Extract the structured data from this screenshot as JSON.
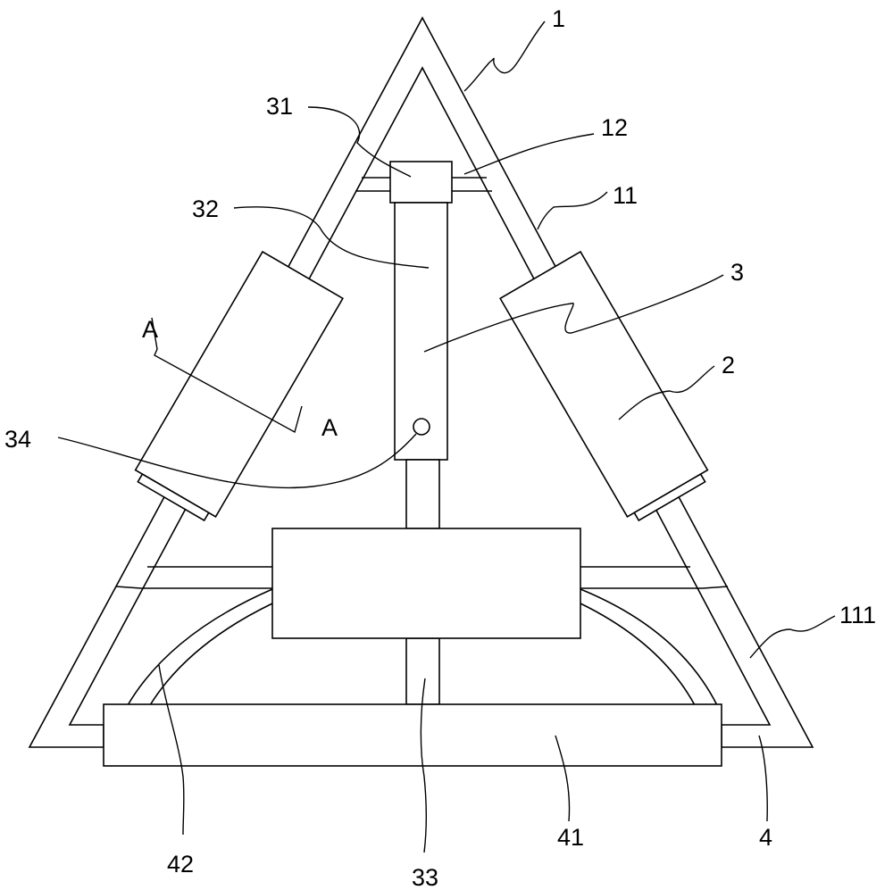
{
  "labels": {
    "frame": "1",
    "part_2": "2",
    "part_3": "3",
    "part_4": "4",
    "part_11": "11",
    "part_12": "12",
    "part_31": "31",
    "part_32": "32",
    "part_33": "33",
    "part_34": "34",
    "part_41": "41",
    "part_42": "42",
    "part_111": "111",
    "section_a_left": "A",
    "section_a_right": "A"
  }
}
